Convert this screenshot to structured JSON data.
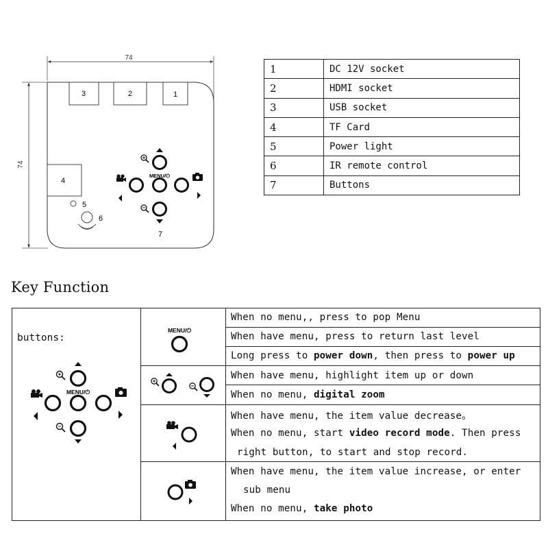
{
  "diagram": {
    "dimension_width": "74",
    "dimension_height": "74",
    "port_labels": [
      "3",
      "2",
      "1"
    ],
    "tf_label": "4",
    "power_light_label": "5",
    "ir_label": "6",
    "buttons_label": "7",
    "menu_label": "MENU/⏻"
  },
  "parts": [
    {
      "num": "1",
      "name": "DC 12V socket"
    },
    {
      "num": "2",
      "name": "HDMI socket"
    },
    {
      "num": "3",
      "name": "USB socket"
    },
    {
      "num": "4",
      "name": "TF Card"
    },
    {
      "num": "5",
      "name": "Power light"
    },
    {
      "num": "6",
      "name": "IR remote control"
    },
    {
      "num": "7",
      "name": "Buttons"
    }
  ],
  "key_function": {
    "title": "Key Function",
    "buttons_label": "buttons:",
    "menu_label": "MENU/⏻",
    "rows": {
      "menu_1": "When no menu,, press to pop Menu",
      "menu_2": "When have menu, press to return last level",
      "menu_3_a": "Long press to ",
      "menu_3_b": "power down",
      "menu_3_c": ", then press to ",
      "menu_3_d": "power up",
      "zoom_1": "When have menu, highlight item up or down",
      "zoom_2_a": "When no menu, ",
      "zoom_2_b": "digital zoom",
      "left_1": "When have menu, the item value decrease。",
      "left_2_a": "When no menu, start ",
      "left_2_b": "video record mode",
      "left_2_c": ". Then press",
      "left_3": "right button, to start and stop record.",
      "right_1": "When have menu, the item value increase, or enter",
      "right_2": "sub menu",
      "right_3_a": "When no menu, ",
      "right_3_b": "take photo"
    }
  }
}
